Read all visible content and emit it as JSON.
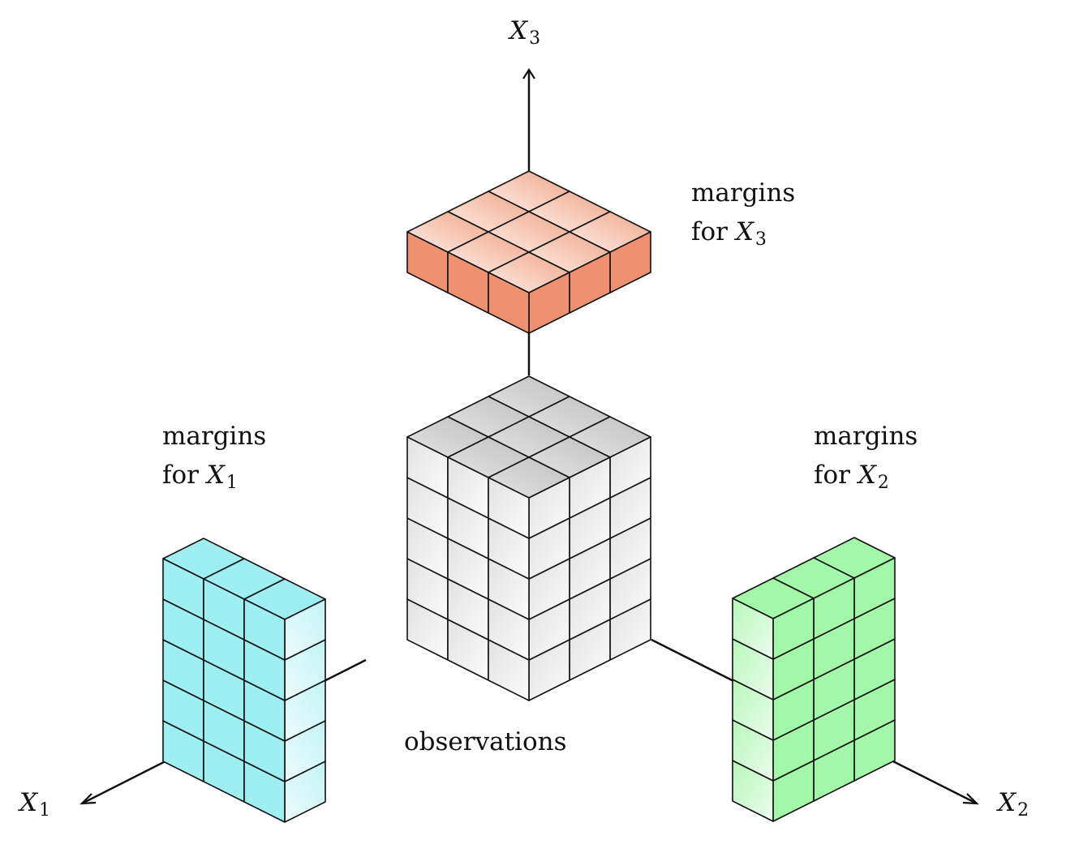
{
  "axes": {
    "x1": {
      "symbol": "X",
      "sub": "1"
    },
    "x2": {
      "symbol": "X",
      "sub": "2"
    },
    "x3": {
      "symbol": "X",
      "sub": "3"
    }
  },
  "labels": {
    "observations": "observations",
    "margins_x1": {
      "line1": "margins",
      "line2_prefix": "for ",
      "symbol": "X",
      "sub": "1"
    },
    "margins_x2": {
      "line1": "margins",
      "line2_prefix": "for ",
      "symbol": "X",
      "sub": "2"
    },
    "margins_x3": {
      "line1": "margins",
      "line2_prefix": "for ",
      "symbol": "X",
      "sub": "3"
    }
  },
  "blocks": {
    "observations": {
      "dims": [
        5,
        3,
        3
      ],
      "color_side": "#f4f4f4",
      "color_top": "#c6c7c7"
    },
    "margins_x1": {
      "dims": [
        5,
        1,
        3
      ],
      "color": "#9eeef2"
    },
    "margins_x2": {
      "dims": [
        5,
        3,
        1
      ],
      "color": "#a3f7a8"
    },
    "margins_x3": {
      "dims": [
        1,
        3,
        3
      ],
      "color": "#ef9170"
    }
  }
}
